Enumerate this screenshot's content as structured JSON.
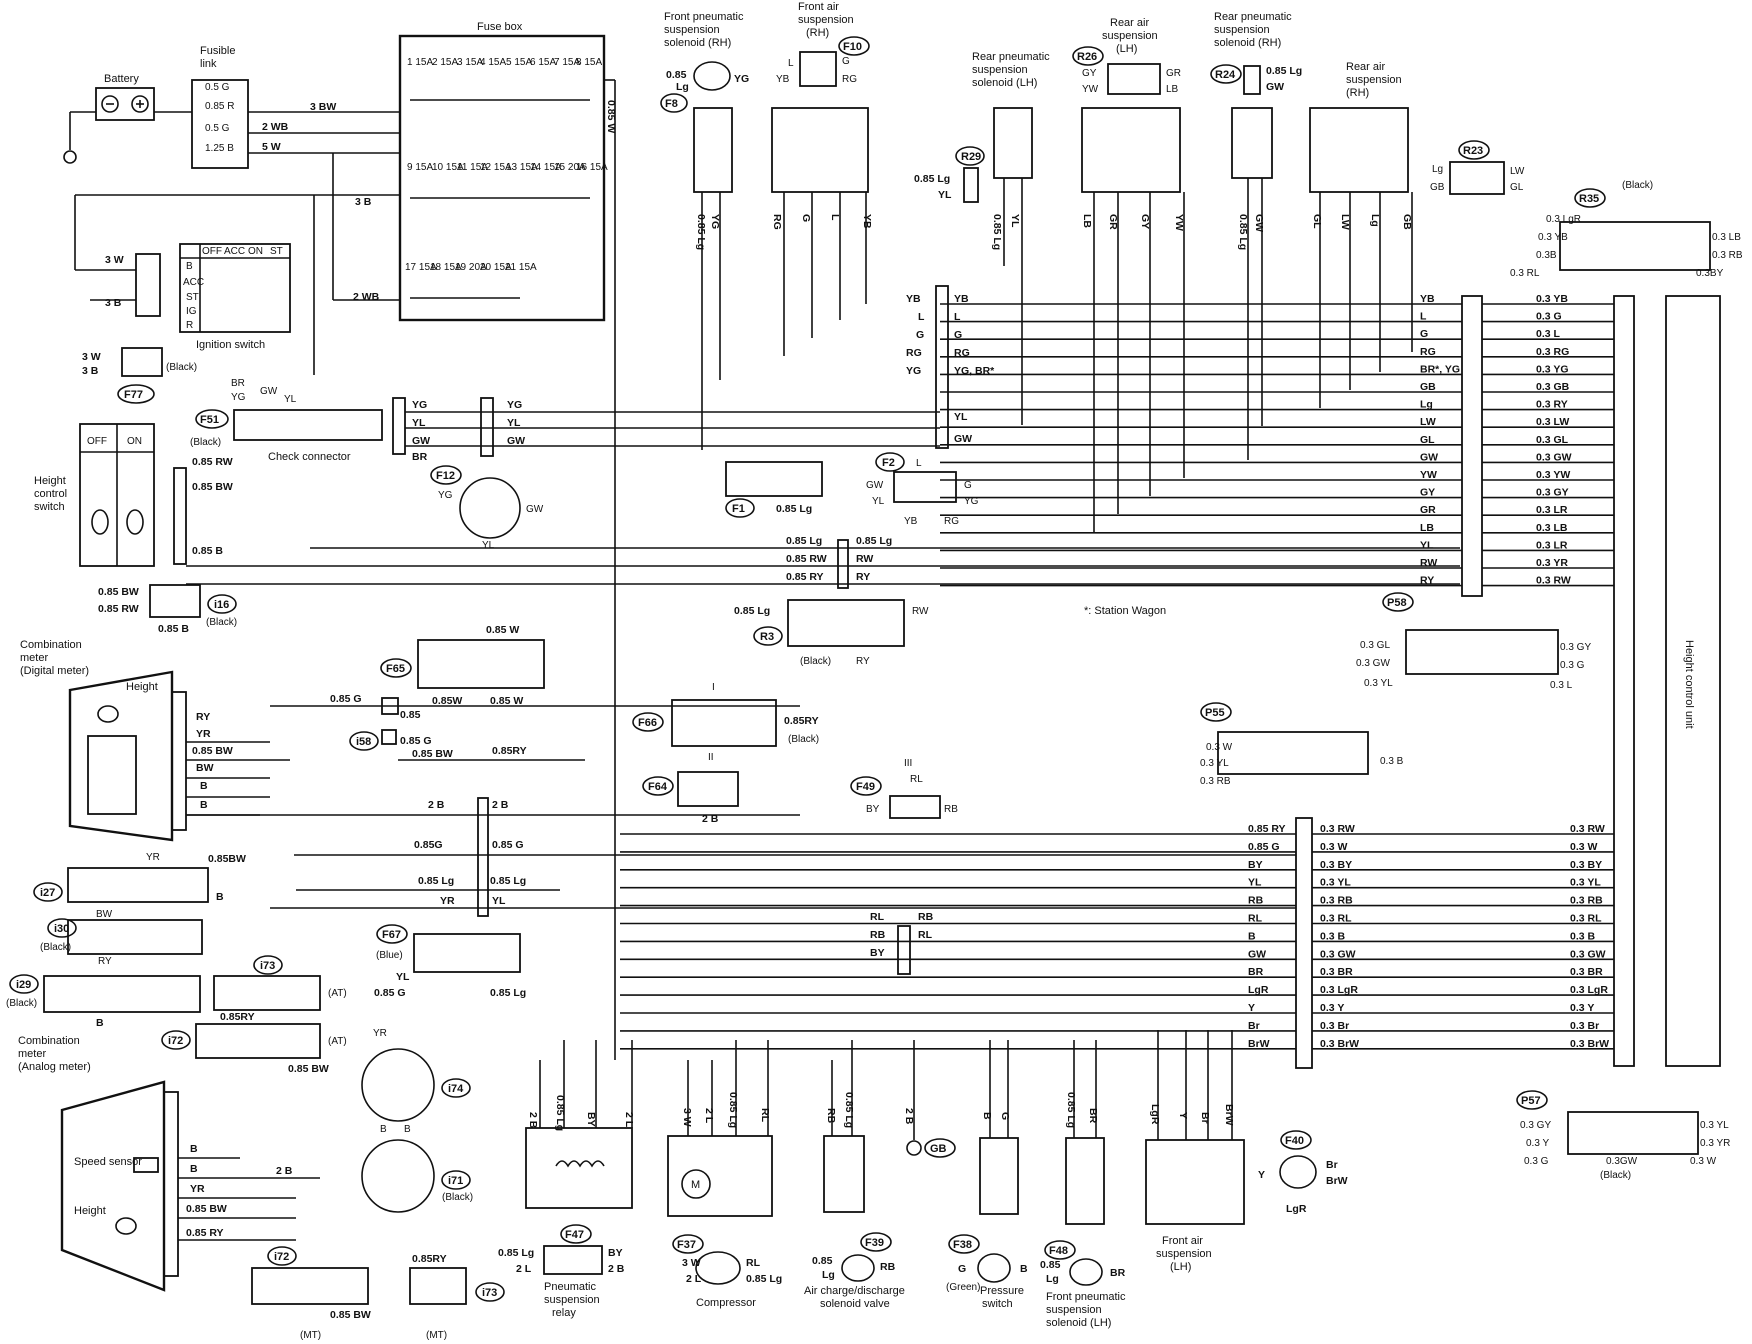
{
  "components": {
    "battery": "Battery",
    "fusible_link": "Fusible link",
    "fusible_ratings": [
      "0.5 G",
      "0.85 R",
      "0.5 G",
      "1.25 B"
    ],
    "fuse_box": "Fuse box",
    "fuses_row1": [
      "1 15A",
      "2 15A",
      "3 15A",
      "4 15A",
      "5 15A",
      "6 15A",
      "7 15A",
      "8 15A"
    ],
    "fuses_row2": [
      "9 15A",
      "10 15A",
      "11 15A",
      "12 15A",
      "13 15A",
      "14 15A",
      "15 20A",
      "16 15A"
    ],
    "fuses_row3": [
      "17 15A",
      "18 15A",
      "19 20A",
      "20 15A",
      "21 15A"
    ],
    "ignition_switch": "Ignition switch",
    "ignition_positions": [
      "OFF",
      "ACC",
      "ON",
      "ST"
    ],
    "ignition_terminals": [
      "B",
      "ACC",
      "ST",
      "IG",
      "R"
    ],
    "check_connector": "Check connector",
    "height_control_switch": "Height control switch",
    "switch_positions": [
      "OFF",
      "ON"
    ],
    "combination_meter_digital": "Combination meter (Digital meter)",
    "combination_meter_analog": "Combination meter (Analog meter)",
    "height": "Height",
    "speed_sensor": "Speed sensor",
    "front_pneumatic_rh": "Front pneumatic suspension solenoid (RH)",
    "front_air_rh": "Front air suspension (RH)",
    "rear_pneumatic_lh": "Rear pneumatic suspension solenoid (LH)",
    "rear_air_lh": "Rear air suspension (LH)",
    "rear_pneumatic_rh": "Rear pneumatic suspension solenoid (RH)",
    "rear_air_rh": "Rear air suspension (RH)",
    "height_control_unit": "Height control unit",
    "pneumatic_relay": "Pneumatic suspension relay",
    "compressor": "Compressor",
    "air_charge_valve": "Air charge/discharge solenoid valve",
    "pressure_switch": "Pressure switch",
    "front_pneumatic_lh": "Front pneumatic suspension solenoid (LH)",
    "front_air_lh": "Front air suspension (LH)",
    "station_wagon_note": "*: Station Wagon",
    "black": "(Black)",
    "blue": "(Blue)",
    "green": "(Green)",
    "at": "(AT)",
    "mt": "(MT)",
    "ground": "GB"
  },
  "connectors": {
    "F8": "F8",
    "F10": "F10",
    "R26": "R26",
    "R24": "R24",
    "R29": "R29",
    "R23": "R23",
    "R35": "R35",
    "F77": "F77",
    "F51": "F51",
    "F12": "F12",
    "F1": "F1",
    "F2": "F2",
    "R3": "R3",
    "i16": "i16",
    "F65": "F65",
    "i58": "i58",
    "F66": "F66",
    "F64": "F64",
    "F49": "F49",
    "P58": "P58",
    "P55": "P55",
    "i27": "i27",
    "i30": "i30",
    "i29": "i29",
    "i73": "i73",
    "i72": "i72",
    "i74": "i74",
    "i71": "i71",
    "F67": "F67",
    "F47": "F47",
    "F37": "F37",
    "F39": "F39",
    "F38": "F38",
    "F48": "F48",
    "F40": "F40",
    "P57": "P57"
  },
  "wires": {
    "top": [
      "3 BW",
      "2 WB",
      "5 W",
      "3 B",
      "3 W",
      "2 WB",
      "0.85 W",
      "0.85 RY"
    ],
    "main_bus_left": [
      "YB",
      "L",
      "G",
      "RG",
      "YG",
      "YL",
      "GW"
    ],
    "main_bus_right": [
      "YB",
      "L",
      "G",
      "RG",
      "YG, BR*",
      "YL",
      "GW"
    ],
    "hcu_upper_left": [
      "YB",
      "L",
      "G",
      "RG",
      "BR*, YG",
      "GB",
      "Lg",
      "LW",
      "GL",
      "GW",
      "YW",
      "GY",
      "GR",
      "LB",
      "YL",
      "RW",
      "RY"
    ],
    "hcu_upper_right": [
      "0.3 YB",
      "0.3 G",
      "0.3 L",
      "0.3 RG",
      "0.3 YG",
      "0.3 GB",
      "0.3 RY",
      "0.3 LW",
      "0.3 GL",
      "0.3 GW",
      "0.3 YW",
      "0.3 GY",
      "0.3 LR",
      "0.3 LB",
      "0.3 LR",
      "0.3 YR",
      "0.3 RW"
    ],
    "hcu_lower_left": [
      "0.85 RY",
      "0.85 G",
      "BY",
      "YL",
      "RB",
      "RL",
      "B",
      "GW",
      "BR",
      "LgR",
      "Y",
      "Br",
      "BrW"
    ],
    "hcu_lower_mid": [
      "0.3 RW",
      "0.3 W",
      "0.3 BY",
      "0.3 YL",
      "0.3 RB",
      "0.3 RL",
      "0.3 B",
      "0.3 GW",
      "0.3 BR",
      "0.3 LgR",
      "0.3 Y",
      "0.3 Br",
      "0.3 BrW"
    ],
    "hcu_lower_right": [
      "0.3 RW",
      "0.3 W",
      "0.3 BY",
      "0.3 YL",
      "0.3 RB",
      "0.3 RL",
      "0.3 B",
      "0.3 GW",
      "0.3 BR",
      "0.3 LgR",
      "0.3 Y",
      "0.3 Br",
      "0.3 BrW"
    ],
    "left_panel": [
      "0.85 RW",
      "0.85 BW",
      "0.85 B",
      "RY",
      "YR",
      "0.85 BW",
      "BW",
      "B",
      "B",
      "0.85 G",
      "0.85W",
      "0.85 W",
      "0.85 BW",
      "0.85RY",
      "2 B",
      "2 B",
      "0.85G",
      "0.85 G",
      "0.85 Lg",
      "0.85 Lg",
      "YR",
      "YL",
      "0.85 Lg",
      "0.85 Lg",
      "0.85 RW",
      "RW",
      "0.85 RY",
      "RY"
    ],
    "solenoid_vertical": [
      "0.85 Lg",
      "YG",
      "RG",
      "G",
      "L",
      "YB",
      "0.85 Lg",
      "YL",
      "LB",
      "GR",
      "GY",
      "YW",
      "0.85 Lg",
      "GW",
      "GL",
      "LW",
      "Lg",
      "GB"
    ],
    "bottom_vertical": [
      "2 B",
      "0.85 Lg",
      "BY",
      "2 L",
      "3 W",
      "2 L",
      "0.85 Lg",
      "RL",
      "RB",
      "0.85 Lg",
      "2 B",
      "B",
      "G",
      "0.85 Lg",
      "BR",
      "LgR",
      "Y",
      "Br",
      "BrW"
    ]
  }
}
